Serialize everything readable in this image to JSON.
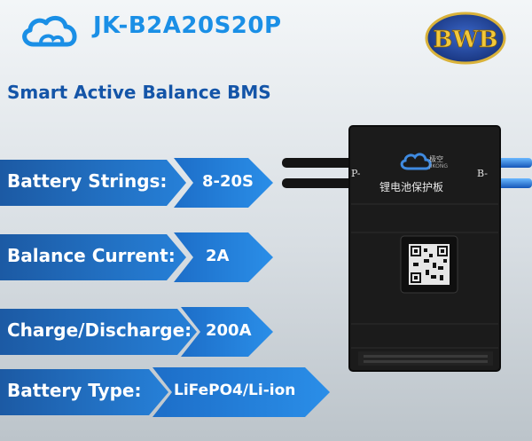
{
  "header": {
    "model": "JK-B2A20S20P",
    "brand_logo": "BWB",
    "logo_icon": "cloud-icon"
  },
  "subtitle": "Smart Active Balance BMS",
  "specs": [
    {
      "label": "Battery Strings:",
      "value": "8-20S"
    },
    {
      "label": "Balance Current:",
      "value": "2A"
    },
    {
      "label": "Charge/Discharge:",
      "value": "200A"
    },
    {
      "label": "Battery Type:",
      "value": "LiFePO4/Li-ion"
    }
  ],
  "device": {
    "terminal_left": "P-",
    "terminal_right": "B-",
    "logo_cn": "极空",
    "logo_en": "JIKONG",
    "title_cn": "锂电池保护板"
  },
  "colors": {
    "accent": "#1a8fe6",
    "subtitle": "#1455a8",
    "bar_dark": "#1c5aa4",
    "bar_light": "#2a8ee8"
  }
}
